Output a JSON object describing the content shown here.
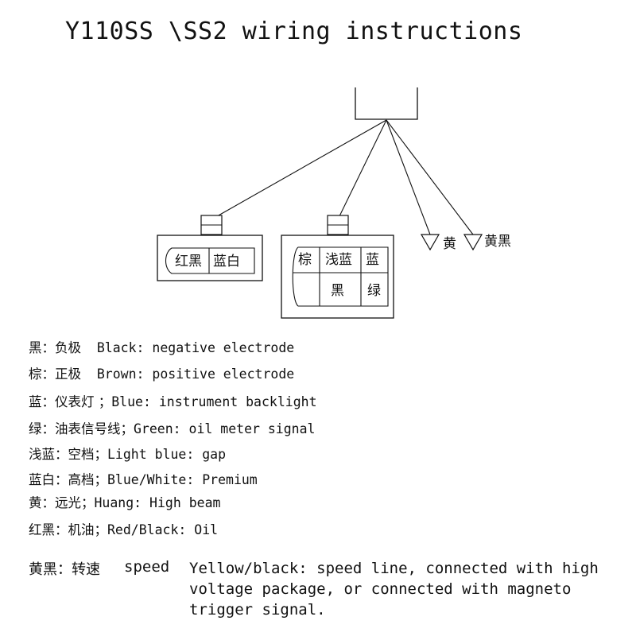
{
  "title": "Y110SS \\SS2 wiring instructions",
  "connector_left": {
    "cells": [
      "红黑",
      "蓝白"
    ]
  },
  "connector_right": {
    "top": [
      "棕",
      "浅蓝",
      "蓝"
    ],
    "bottom": [
      "",
      "黑",
      "绿"
    ]
  },
  "wires": {
    "yellow": "黄",
    "yellow_black": "黄黑"
  },
  "legend": [
    {
      "zh": "黑：负极",
      "en": "  Black: negative electrode"
    },
    {
      "zh": "棕：正极",
      "en": "  Brown: positive electrode"
    },
    {
      "zh": "蓝：仪表灯 ；",
      "en": "Blue: instrument backlight"
    },
    {
      "zh": "绿：油表信号线；",
      "en": "Green: oil meter signal"
    },
    {
      "zh": "浅蓝：空档；",
      "en": "Light blue: gap"
    },
    {
      "zh": "蓝白：高档；",
      "en": "Blue/White: Premium"
    },
    {
      "zh": "黄：远光；",
      "en": "Huang: High beam"
    },
    {
      "zh": "红黑：机油；",
      "en": "Red/Black: Oil"
    }
  ],
  "speed": {
    "zh": "黄黑：转速",
    "keyword": "speed",
    "description": "Yellow/black: speed line, connected with high voltage package, or connected with magneto trigger signal."
  }
}
